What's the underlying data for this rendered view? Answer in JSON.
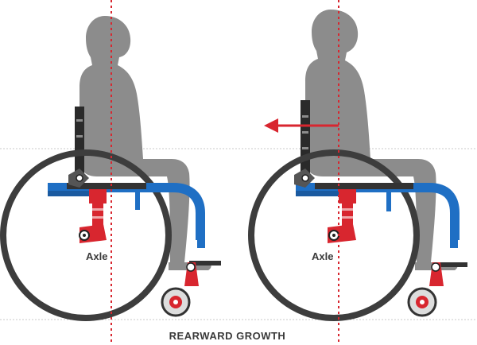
{
  "labels": {
    "axle_left": "Axle",
    "axle_right": "Axle",
    "caption": "REARWARD GROWTH"
  },
  "colors": {
    "silhouette": "#8c8c8c",
    "tire": "#3d3d3d",
    "frame_blue": "#1f6fc4",
    "frame_blue_dark": "#1a5aa0",
    "bracket_red": "#d8262f",
    "bracket_dark": "#222222",
    "dotted_red": "#d8262f",
    "guide_gray": "#c8c8c8",
    "arrow": "#d8262f"
  },
  "icons": [
    "arrow-left-icon"
  ]
}
